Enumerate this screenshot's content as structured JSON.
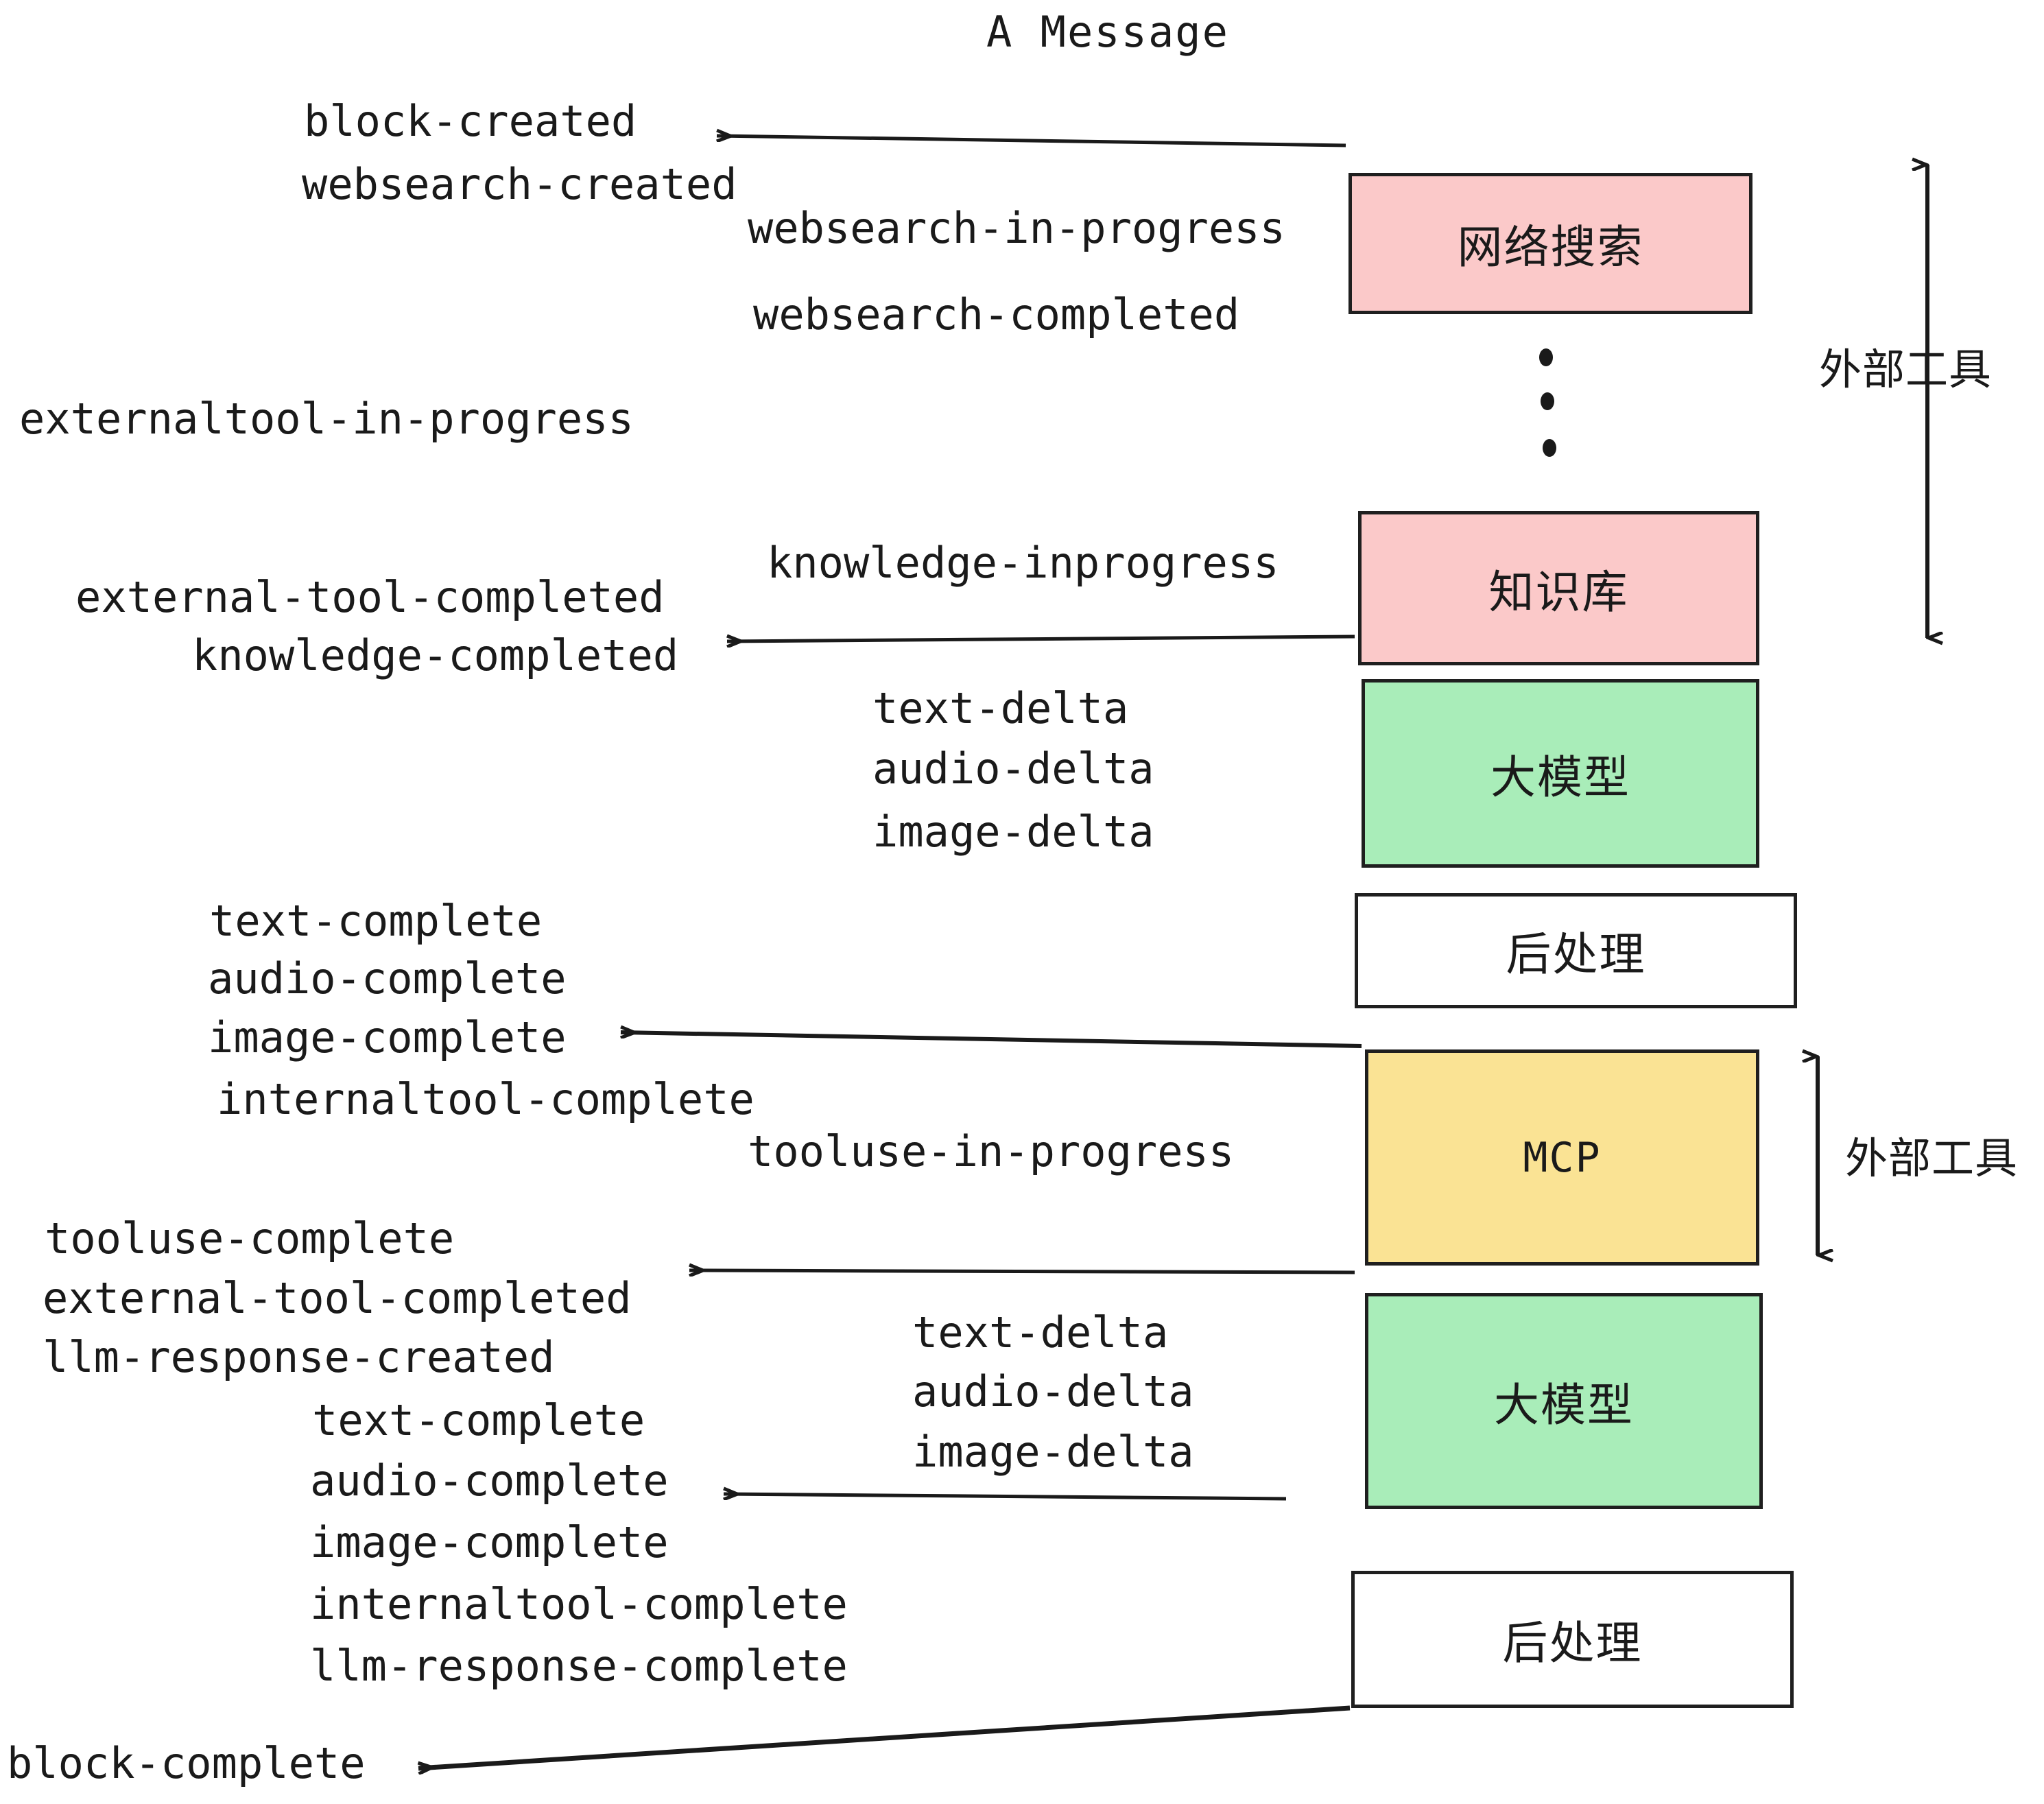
{
  "diagram": {
    "title": "A Message",
    "background": "#ffffff",
    "colors": {
      "pink": "#fbc9c9",
      "green": "#a9edb9",
      "yellow": "#fae394",
      "white": "#ffffff",
      "stroke": "#1f1f1f",
      "text": "#1a1a1a"
    }
  },
  "nodes": [
    {
      "id": "websearch",
      "label": "网络搜索",
      "fill": "#fbc9c9"
    },
    {
      "id": "knowledge",
      "label": "知识库",
      "fill": "#fbc9c9"
    },
    {
      "id": "llm-1",
      "label": "大模型",
      "fill": "#a9edb9"
    },
    {
      "id": "postprocess-1",
      "label": "后处理",
      "fill": "#ffffff"
    },
    {
      "id": "mcp",
      "label": "MCP",
      "fill": "#fae394"
    },
    {
      "id": "llm-2",
      "label": "大模型",
      "fill": "#a9edb9"
    },
    {
      "id": "postprocess-2",
      "label": "后处理",
      "fill": "#ffffff"
    }
  ],
  "side_annotations": [
    {
      "id": "external-tool-top",
      "label": "外部工具"
    },
    {
      "id": "external-tool-bottom",
      "label": "外部工具"
    }
  ],
  "events": {
    "block_created": "block-created",
    "websearch_created": "websearch-created",
    "websearch_in_progress": "websearch-in-progress",
    "websearch_completed": "websearch-completed",
    "externaltool_in_progress": "externaltool-in-progress",
    "knowledge_inprogress": "knowledge-inprogress",
    "external_tool_completed_1": "external-tool-completed",
    "knowledge_completed": "knowledge-completed",
    "text_delta_1": "text-delta",
    "audio_delta_1": "audio-delta",
    "image_delta_1": "image-delta",
    "text_complete_1": "text-complete",
    "audio_complete_1": "audio-complete",
    "image_complete_1": "image-complete",
    "internaltool_complete_1": "internaltool-complete",
    "tooluse_in_progress": "tooluse-in-progress",
    "tooluse_complete": "tooluse-complete",
    "external_tool_completed_2": "external-tool-completed",
    "llm_response_created": "llm-response-created",
    "text_delta_2": "text-delta",
    "audio_delta_2": "audio-delta",
    "image_delta_2": "image-delta",
    "text_complete_2": "text-complete",
    "audio_complete_2": "audio-complete",
    "image_complete_2": "image-complete",
    "internaltool_complete_2": "internaltool-complete",
    "llm_response_complete": "llm-response-complete",
    "block_complete": "block-complete"
  }
}
